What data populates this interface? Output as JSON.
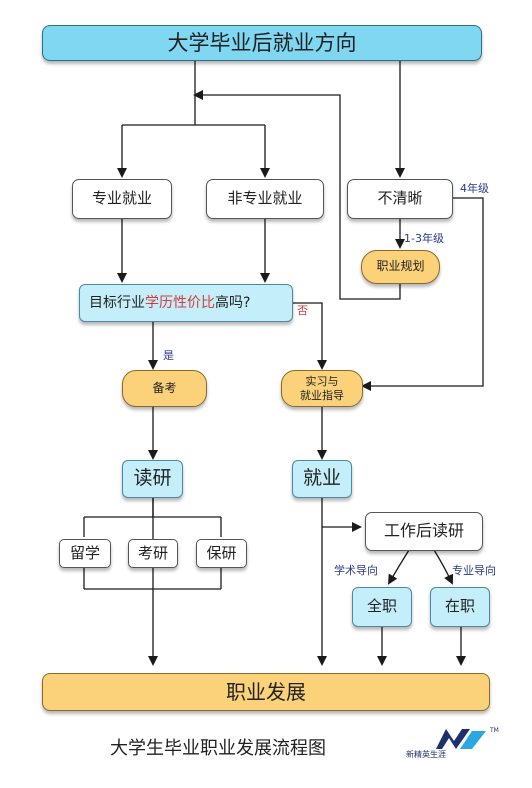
{
  "nodes": {
    "top": "大学毕业后就业方向",
    "major_job": "专业就业",
    "nonmajor_job": "非专业就业",
    "unclear": "不清晰",
    "career_planning": "职业规划",
    "target_prefix": "目标行业",
    "target_highlight": "学历性价比",
    "target_suffix": "高吗?",
    "prep_exam": "备考",
    "internship_line1": "实习与",
    "internship_line2": "就业指导",
    "grad_study": "读研",
    "employment": "就业",
    "study_abroad": "留学",
    "exam_grad": "考研",
    "recommended_grad": "保研",
    "work_then_study": "工作后读研",
    "full_time": "全职",
    "in_service": "在职",
    "career_dev": "职业发展"
  },
  "edge_labels": {
    "grade4": "4年级",
    "grade1_3": "1-3年级",
    "no": "否",
    "yes": "是",
    "academic": "学术导向",
    "professional": "专业导向"
  },
  "caption": "大学生毕业职业发展流程图",
  "logo": {
    "text": "新精英生涯",
    "tm": "TM",
    "color": "#1d2f6f"
  },
  "colors": {
    "top_fill": "#7fd7f2",
    "cyan_fill": "#c4eef9",
    "orange_fill": "#fbd27a",
    "highlight": "#d63c3c",
    "label_blue": "#2a3a8a"
  }
}
